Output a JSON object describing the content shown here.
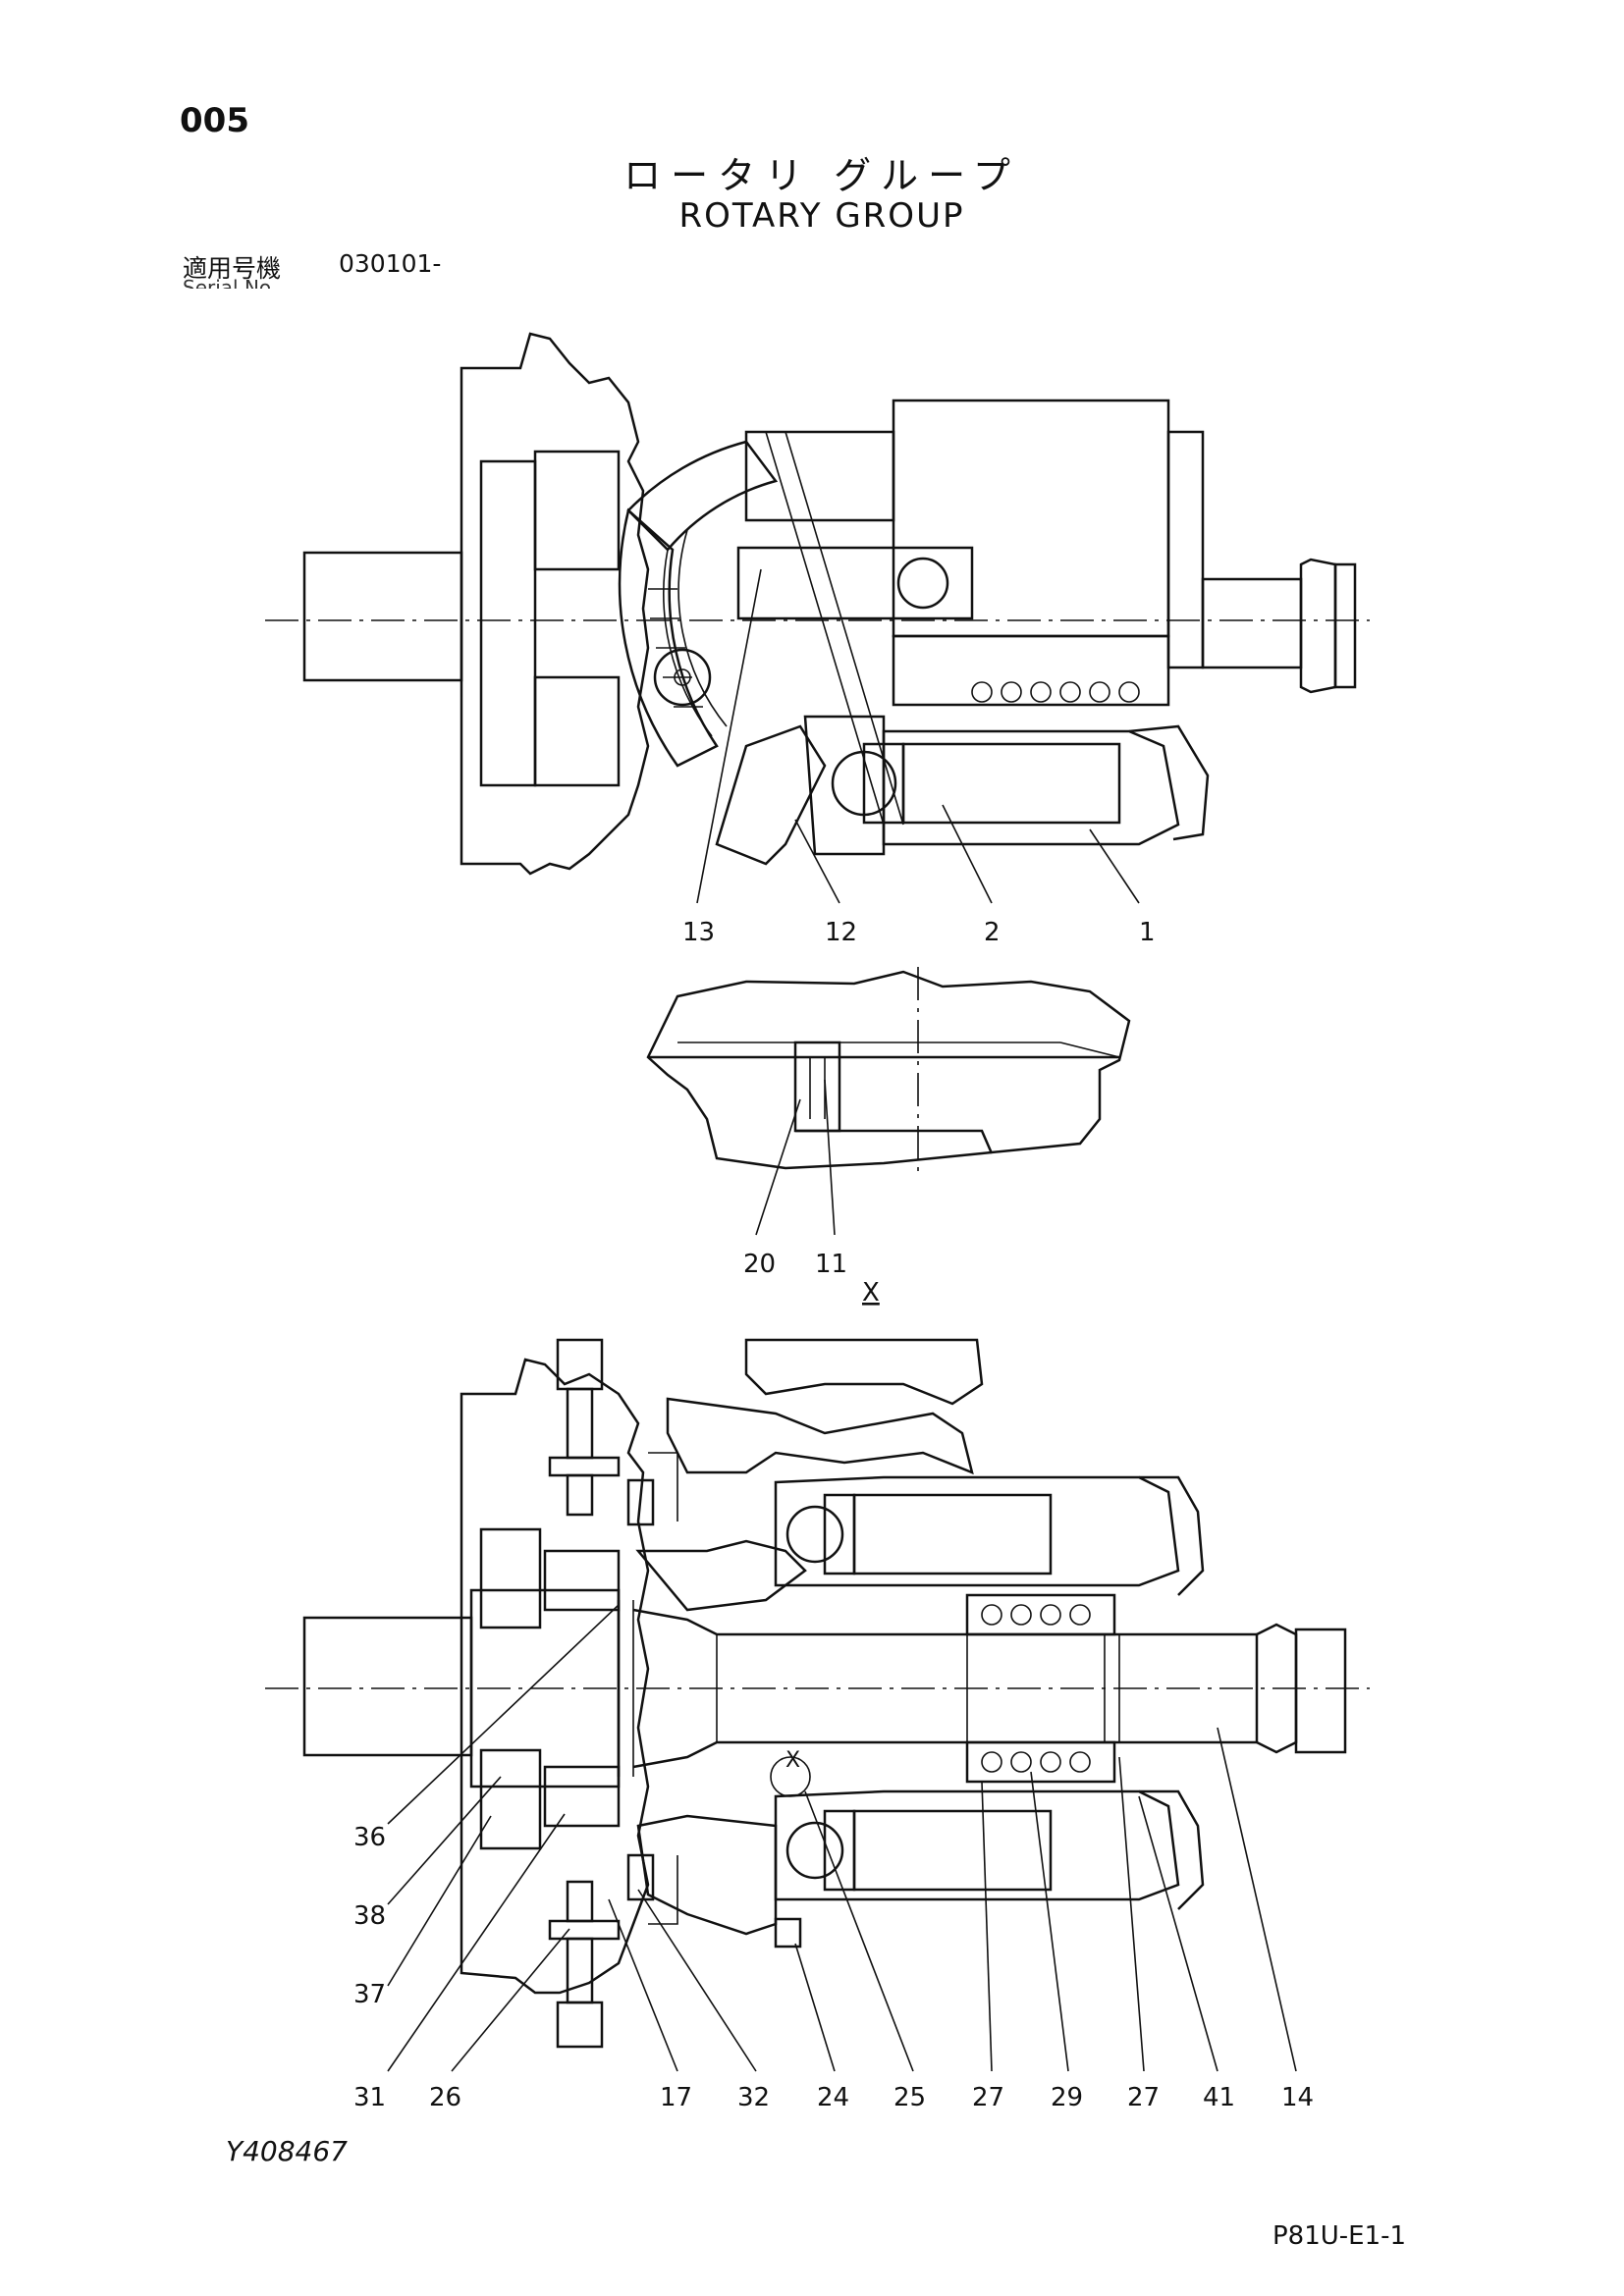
{
  "header": {
    "page_number": "005",
    "title_jp": "ロータリ グループ",
    "title_en": "ROTARY GROUP",
    "serial_label": "適用号機",
    "serial_value": "030101-",
    "serial_label_en": "Serial No."
  },
  "view_x_label": "X",
  "section_mark": "X",
  "callouts": {
    "top_view": [
      "13",
      "12",
      "2",
      "1"
    ],
    "detail_view": [
      "20",
      "11"
    ],
    "bottom_left": [
      "36",
      "38",
      "37"
    ],
    "bottom_row": [
      "31",
      "26",
      "17",
      "32",
      "24",
      "25",
      "27",
      "29",
      "27",
      "41",
      "14"
    ]
  },
  "footer": {
    "doc_code": "Y408467",
    "page_ref": "P81U-E1-1"
  }
}
